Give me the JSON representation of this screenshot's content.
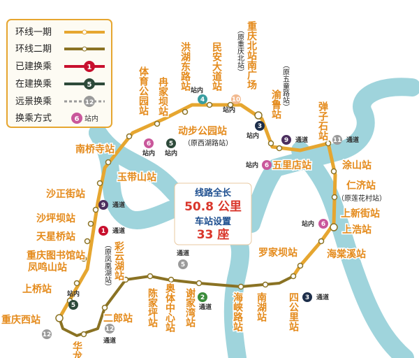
{
  "colors": {
    "river": "#8fcfd8",
    "phase1": "#e6a630",
    "phase2": "#8a7223",
    "built": "#c8102e",
    "building": "#2d4a3a",
    "future": "#9a9a9a",
    "station_text": "#e48a1b"
  },
  "legend": {
    "items": [
      {
        "label": "环线一期"
      },
      {
        "label": "环线二期"
      },
      {
        "label": "已建换乘",
        "badge": "1"
      },
      {
        "label": "在建换乘",
        "badge": "5"
      },
      {
        "label": "远景换乘",
        "badge": "12"
      },
      {
        "label": "换乘方式",
        "badge": "6",
        "badge_note": "站内"
      }
    ]
  },
  "info": {
    "length_label": "线路全长",
    "length_value": "50.8 公里",
    "stations_label": "车站设置",
    "stations_value": "33 座"
  },
  "stations": {
    "chongqingbei": "重庆北站南广场",
    "chongqingbei_old": "（原重庆北站）",
    "min_an": "民安大道站",
    "honghu": "洪湖东路站",
    "ranjiaba": "冉家坝站",
    "tiyu": "体育公园站",
    "dongbu": "动步公园站",
    "dongbu_old": "（原西湖路站）",
    "yulu": "渝鲁站",
    "yulu_old": "（原五童路站）",
    "tanzishi": "弹子石站",
    "wuli": "五里店站",
    "nanqiao": "南桥寺站",
    "yudai": "玉带山站",
    "shazheng": "沙正街站",
    "shapingba": "沙坪坝站",
    "tianxingqiao": "天星桥站",
    "tushuguan": "重庆图书馆站",
    "fengming": "凤鸣山站",
    "shangqiao": "上桥站",
    "chongqingxi": "重庆西站",
    "caiyunhu": "彩云湖站",
    "caiyunhu_old": "（原凤凰湖站）",
    "erlang": "二郎站",
    "hualong": "华龙",
    "chenjiaping": "陈家坪站",
    "aoti": "奥体中心站",
    "xiejiawan": "谢家湾站",
    "haixia": "海峡路站",
    "nanhu": "南湖站",
    "sigongli": "四公里站",
    "luojiaba": "罗家坝站",
    "haitangxi": "海棠溪站",
    "shanghao": "上浩站",
    "shangxinjie": "上新街站",
    "renji": "仁济站",
    "renji_old": "（原莲花村站）",
    "tushan": "涂山站"
  },
  "badges": {
    "b4": "4",
    "b10": "10",
    "b3a": "3",
    "b9a": "9",
    "b11": "11",
    "b6a": "6",
    "b5a": "5",
    "b6b": "6",
    "b9b": "9",
    "b1": "1",
    "b5b": "5",
    "b12a": "12",
    "b12b": "12",
    "b5c": "5",
    "b2": "2",
    "b3b": "3",
    "b6c": "6"
  },
  "tags": {
    "zhannei": "站内",
    "tongdao": "通道"
  }
}
